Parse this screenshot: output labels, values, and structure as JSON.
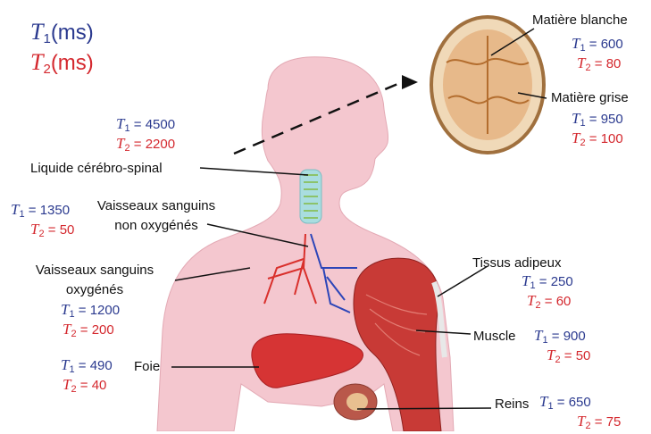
{
  "legend": {
    "t1": {
      "symbol": "T",
      "sub": "1",
      "unit": "(ms)"
    },
    "t2": {
      "symbol": "T",
      "sub": "2",
      "unit": "(ms)"
    }
  },
  "labels": {
    "matiere_blanche": "Matière blanche",
    "matiere_grise": "Matière grise",
    "lcs": "Liquide cérébro-spinal",
    "vaisseaux_non_oxy_1": "Vaisseaux sanguins",
    "vaisseaux_non_oxy_2": "non oxygénés",
    "vaisseaux_oxy_1": "Vaisseaux sanguins",
    "vaisseaux_oxy_2": "oxygénés",
    "tissus_adipeux": "Tissus adipeux",
    "muscle": "Muscle",
    "foie": "Foie",
    "reins": "Reins"
  },
  "values": {
    "matiere_blanche": {
      "t1": "= 600",
      "t2": "= 80"
    },
    "matiere_grise": {
      "t1": "= 950",
      "t2": "= 100"
    },
    "lcs": {
      "t1": "= 4500",
      "t2": "= 2200"
    },
    "vaisseaux_non_oxy": {
      "t1": "= 1350",
      "t2": "= 50"
    },
    "vaisseaux_oxy": {
      "t1": "= 1200",
      "t2": "= 200"
    },
    "tissus_adipeux": {
      "t1": "= 250",
      "t2": "= 60"
    },
    "muscle": {
      "t1": "= 900",
      "t2": "= 50"
    },
    "foie": {
      "t1": "= 490",
      "t2": "= 40"
    },
    "reins": {
      "t1": "= 650",
      "t2": "= 75"
    }
  },
  "colors": {
    "t1": "#2b3a8f",
    "t2": "#d4282e",
    "skin": "#f4c7cf",
    "liver": "#d63434",
    "muscle": "#c83a36",
    "artery": "#d9302c",
    "vein": "#2c45b8"
  }
}
